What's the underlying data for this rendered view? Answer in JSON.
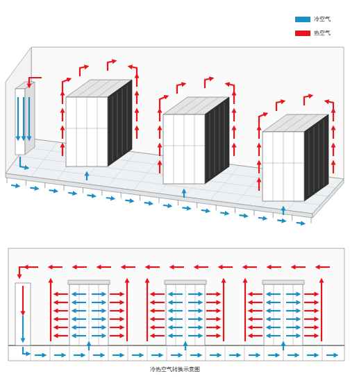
{
  "diagram": {
    "caption": "冷热空气转换示意图",
    "legend": [
      {
        "text": "冷空气",
        "color": "#1b8fc4"
      },
      {
        "text": "热空气",
        "color": "#e8141b"
      }
    ]
  }
}
